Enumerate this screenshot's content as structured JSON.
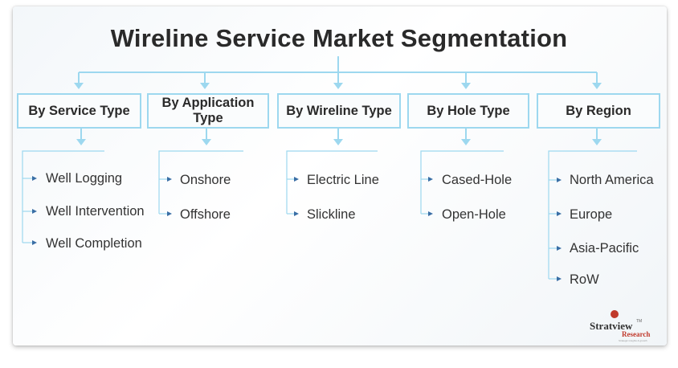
{
  "title": "Wireline Service Market Segmentation",
  "accent_color": "#9dd8ef",
  "categories": [
    {
      "label": "By Service Type",
      "items": [
        "Well Logging",
        "Well Intervention",
        "Well Completion"
      ]
    },
    {
      "label": "By Application Type",
      "items": [
        "Onshore",
        "Offshore"
      ]
    },
    {
      "label": "By Wireline Type",
      "items": [
        "Electric Line",
        "Slickline"
      ]
    },
    {
      "label": "By Hole Type",
      "items": [
        "Cased-Hole",
        "Open-Hole"
      ]
    },
    {
      "label": "By Region",
      "items": [
        "North America",
        "Europe",
        "Asia-Pacific",
        "RoW"
      ]
    }
  ],
  "logo": {
    "line1": "Stratview",
    "line2": "Research",
    "tagline": "Strategic insights & growth"
  }
}
